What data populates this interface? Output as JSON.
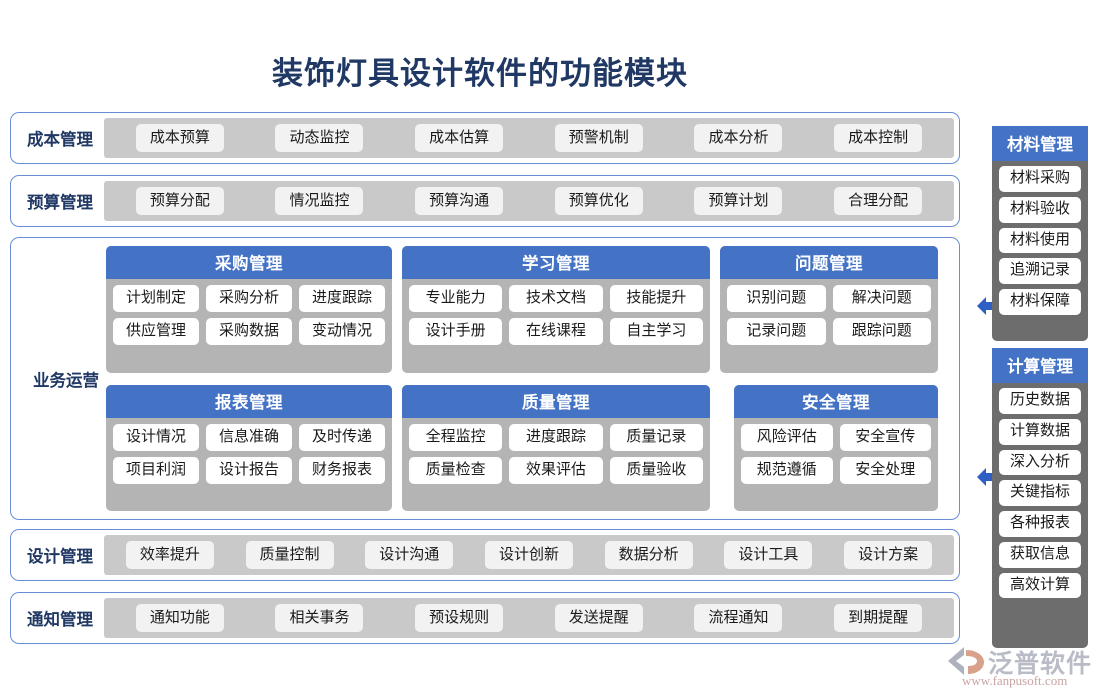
{
  "title": "装饰灯具设计软件的功能模块",
  "colors": {
    "title_navy": "#203864",
    "header_blue": "#4472C4",
    "band_gray": "#C9C9C9",
    "module_gray": "#B4B4B4",
    "sidebar_gray": "#6D6D6D",
    "pill_gray": "#F2F2F2",
    "card_border": "#6A8ED6"
  },
  "top_strips": [
    {
      "label": "成本管理",
      "items": [
        "成本预算",
        "动态监控",
        "成本估算",
        "预警机制",
        "成本分析",
        "成本控制"
      ]
    },
    {
      "label": "预算管理",
      "items": [
        "预算分配",
        "情况监控",
        "预算沟通",
        "预算优化",
        "预算计划",
        "合理分配"
      ]
    }
  ],
  "business": {
    "label": "业务运营",
    "rows": [
      [
        {
          "name": "采购管理",
          "lines": [
            [
              "计划制定",
              "采购分析",
              "进度跟踪"
            ],
            [
              "供应管理",
              "采购数据",
              "变动情况"
            ]
          ]
        },
        {
          "name": "学习管理",
          "lines": [
            [
              "专业能力",
              "技术文档",
              "技能提升"
            ],
            [
              "设计手册",
              "在线课程",
              "自主学习"
            ]
          ]
        },
        {
          "name": "问题管理",
          "lines": [
            [
              "识别问题",
              "解决问题"
            ],
            [
              "记录问题",
              "跟踪问题"
            ]
          ]
        }
      ],
      [
        {
          "name": "报表管理",
          "lines": [
            [
              "设计情况",
              "信息准确",
              "及时传递"
            ],
            [
              "项目利润",
              "设计报告",
              "财务报表"
            ]
          ]
        },
        {
          "name": "质量管理",
          "lines": [
            [
              "全程监控",
              "进度跟踪",
              "质量记录"
            ],
            [
              "质量检查",
              "效果评估",
              "质量验收"
            ]
          ]
        },
        {
          "name": "安全管理",
          "lines": [
            [
              "风险评估",
              "安全宣传"
            ],
            [
              "规范遵循",
              "安全处理"
            ]
          ]
        }
      ]
    ]
  },
  "bottom_strips": [
    {
      "label": "设计管理",
      "items": [
        "效率提升",
        "质量控制",
        "设计沟通",
        "设计创新",
        "数据分析",
        "设计工具",
        "设计方案"
      ]
    },
    {
      "label": "通知管理",
      "items": [
        "通知功能",
        "相关事务",
        "预设规则",
        "发送提醒",
        "流程通知",
        "到期提醒"
      ]
    }
  ],
  "sidebar": [
    {
      "title": "材料管理",
      "items": [
        "材料采购",
        "材料验收",
        "材料使用",
        "追溯记录",
        "材料保障"
      ]
    },
    {
      "title": "计算管理",
      "items": [
        "历史数据",
        "计算数据",
        "深入分析",
        "关键指标",
        "各种报表",
        "获取信息",
        "高效计算"
      ]
    }
  ],
  "logo": {
    "brand": "泛普软件",
    "url": "www.fanpusoft.com"
  }
}
